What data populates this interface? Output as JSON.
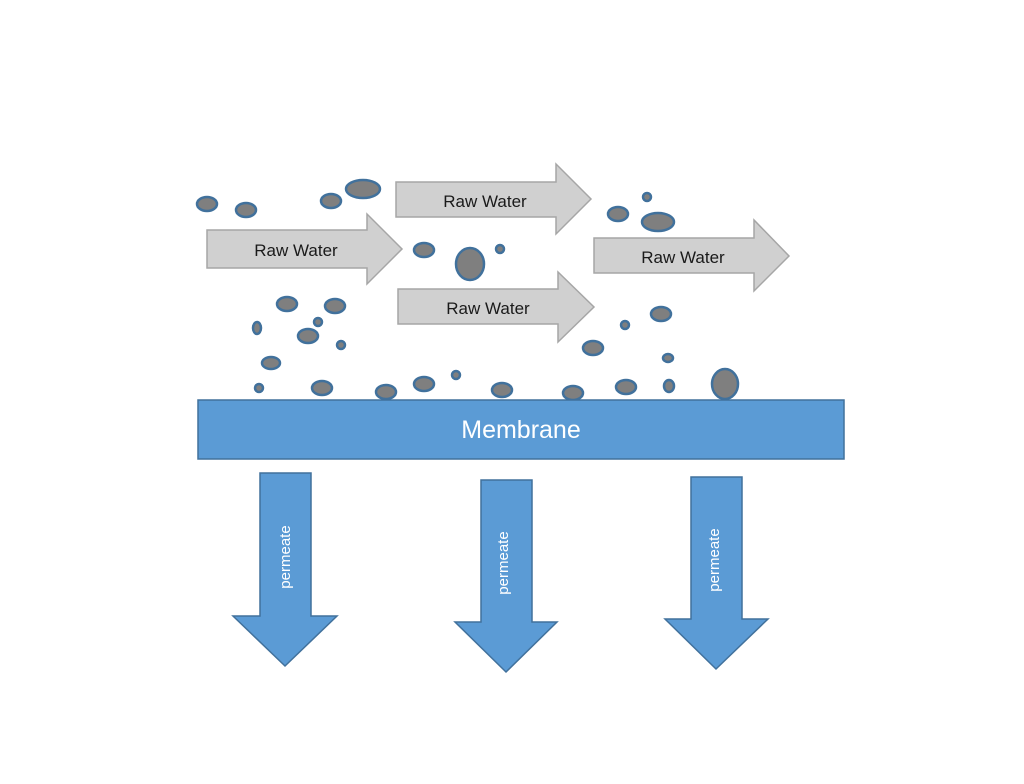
{
  "colors": {
    "flow_arrow_fill": "#d0d0d0",
    "flow_arrow_stroke": "#a6a6a6",
    "membrane_fill": "#5b9bd5",
    "membrane_stroke": "#41719c",
    "permeate_fill": "#5b9bd5",
    "permeate_stroke": "#41719c",
    "particle_fill": "#7f7f7f",
    "particle_stroke": "#41719c"
  },
  "flow_arrows": [
    {
      "label": "Raw Water"
    },
    {
      "label": "Raw Water"
    },
    {
      "label": "Raw Water"
    },
    {
      "label": "Raw Water"
    }
  ],
  "membrane": {
    "label": "Membrane"
  },
  "permeate_arrows": [
    {
      "label": "permeate"
    },
    {
      "label": "permeate"
    },
    {
      "label": "permeate"
    }
  ]
}
